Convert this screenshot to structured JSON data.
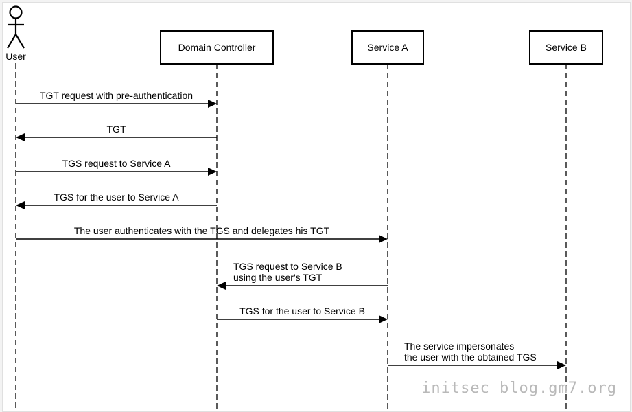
{
  "participants": [
    {
      "id": "user",
      "label": "User",
      "kind": "actor"
    },
    {
      "id": "dc",
      "label": "Domain Controller",
      "kind": "box"
    },
    {
      "id": "svcA",
      "label": "Service A",
      "kind": "box"
    },
    {
      "id": "svcB",
      "label": "Service B",
      "kind": "box"
    }
  ],
  "messages": [
    {
      "from": "user",
      "to": "dc",
      "lines": [
        "TGT request with pre-authentication"
      ]
    },
    {
      "from": "dc",
      "to": "user",
      "lines": [
        "TGT"
      ]
    },
    {
      "from": "user",
      "to": "dc",
      "lines": [
        "TGS request to Service A"
      ]
    },
    {
      "from": "dc",
      "to": "user",
      "lines": [
        "TGS for the user to Service A"
      ]
    },
    {
      "from": "user",
      "to": "svcA",
      "lines": [
        "The user authenticates with the TGS and delegates his TGT"
      ]
    },
    {
      "from": "svcA",
      "to": "dc",
      "lines": [
        "TGS request to Service B",
        "using the user's TGT"
      ]
    },
    {
      "from": "dc",
      "to": "svcA",
      "lines": [
        "TGS for the user to Service B"
      ]
    },
    {
      "from": "svcA",
      "to": "svcB",
      "lines": [
        "The service impersonates",
        "the user with the obtained TGS"
      ]
    }
  ],
  "watermark": "initsec blog.gm7.org"
}
